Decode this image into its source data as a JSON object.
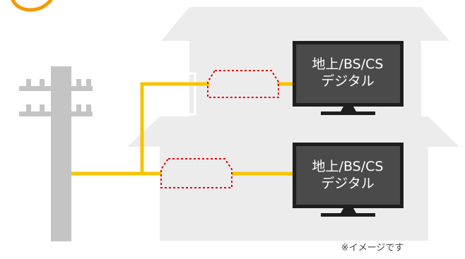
{
  "diagram": {
    "tv_upper": {
      "line1": "地上/BS/CS",
      "line2": "デジタル"
    },
    "tv_lower": {
      "line1": "地上/BS/CS",
      "line2": "デジタル"
    },
    "note": "※イメージです"
  },
  "colors": {
    "cable": "#f6c400",
    "house": "#ececec",
    "pole": "#c4c4c4",
    "device_outline": "#e60012",
    "tv_frame": "#1e1e1e",
    "tv_screen": "#4a4a4a",
    "accent_orange": "#f39a00"
  }
}
